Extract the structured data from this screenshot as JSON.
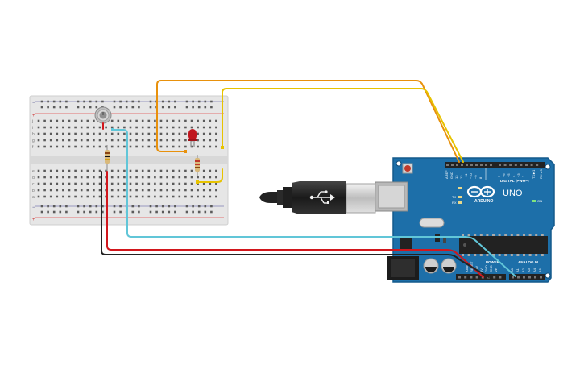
{
  "board": {
    "name": "UNO",
    "brand": "ARDUINO",
    "digital_label": "DIGITAL (PWM~)",
    "power_label": "POWER",
    "analog_label": "ANALOG IN",
    "tx_label": "TX",
    "rx_label": "RX",
    "l_label": "L",
    "on_label": "ON",
    "aref_label": "AREF",
    "gnd_label": "GND",
    "pin_13": "13",
    "pin_12": "12",
    "pin_11": "~11",
    "pin_10": "~10",
    "pin_9": "~9",
    "pin_8": "8",
    "pin_7": "7",
    "pin_6": "~6",
    "pin_5": "~5",
    "pin_4": "4",
    "pin_3": "~3",
    "pin_2": "2",
    "pin_1": "TX►1",
    "pin_0": "RX◄0",
    "a0": "A0",
    "a1": "A1",
    "a2": "A2",
    "a3": "A3",
    "a4": "A4",
    "a5": "A5",
    "ioref": "IOREF",
    "reset": "RESET",
    "v33": "3.3V",
    "v5": "5V",
    "gnd_a": "GND",
    "gnd_b": "GND",
    "vin": "Vin"
  },
  "breadboard": {
    "row_letters_top": [
      "j",
      "i",
      "h",
      "g",
      "f"
    ],
    "row_letters_bottom": [
      "e",
      "d",
      "c",
      "b",
      "a"
    ],
    "plus_sign": "+",
    "minus_sign": "−"
  },
  "components": {
    "potentiometer": "potentiometer",
    "led": "red LED",
    "resistor_1": "resistor",
    "resistor_2": "resistor",
    "usb_cable": "USB cable"
  },
  "colors": {
    "board_blue": "#1d6fa9",
    "board_edge": "#155a8c",
    "wire_orange": "#e8910c",
    "wire_yellow": "#e7c300",
    "wire_cyan": "#61c6d8",
    "wire_red": "#d2161c",
    "wire_black": "#222222",
    "breadboard": "#e9e9e9",
    "led_red": "#c0161e"
  }
}
